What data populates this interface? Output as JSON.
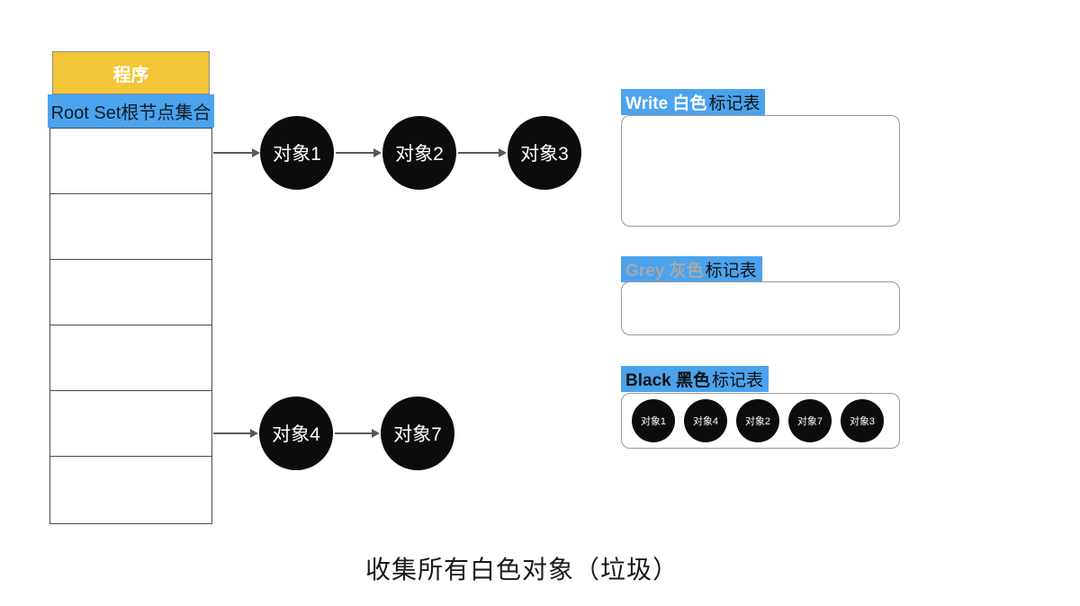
{
  "colors": {
    "header_yellow": "#F2C636",
    "accent_blue": "#4BA3EE",
    "object_black": "#0C0C0C",
    "arrow_gray": "#55595E",
    "box_border_gray": "#999999",
    "grey_label_text": "#A9A9A9"
  },
  "memory_table": {
    "header": "程序",
    "root_label": "Root Set根节点集合",
    "empty_rows": 6
  },
  "chains": {
    "top": {
      "nodes": [
        "对象1",
        "对象2",
        "对象3"
      ]
    },
    "bottom": {
      "nodes": [
        "对象4",
        "对象7"
      ]
    }
  },
  "mark_tables": {
    "white": {
      "title_colored": "Write 白色",
      "title_suffix": "标记表",
      "items": []
    },
    "grey": {
      "title_colored": "Grey 灰色",
      "title_suffix": "标记表",
      "items": []
    },
    "black": {
      "title_colored": "Black 黑色",
      "title_suffix": "标记表",
      "items": [
        "对象1",
        "对象4",
        "对象2",
        "对象7",
        "对象3"
      ]
    }
  },
  "caption": "收集所有白色对象（垃圾）"
}
